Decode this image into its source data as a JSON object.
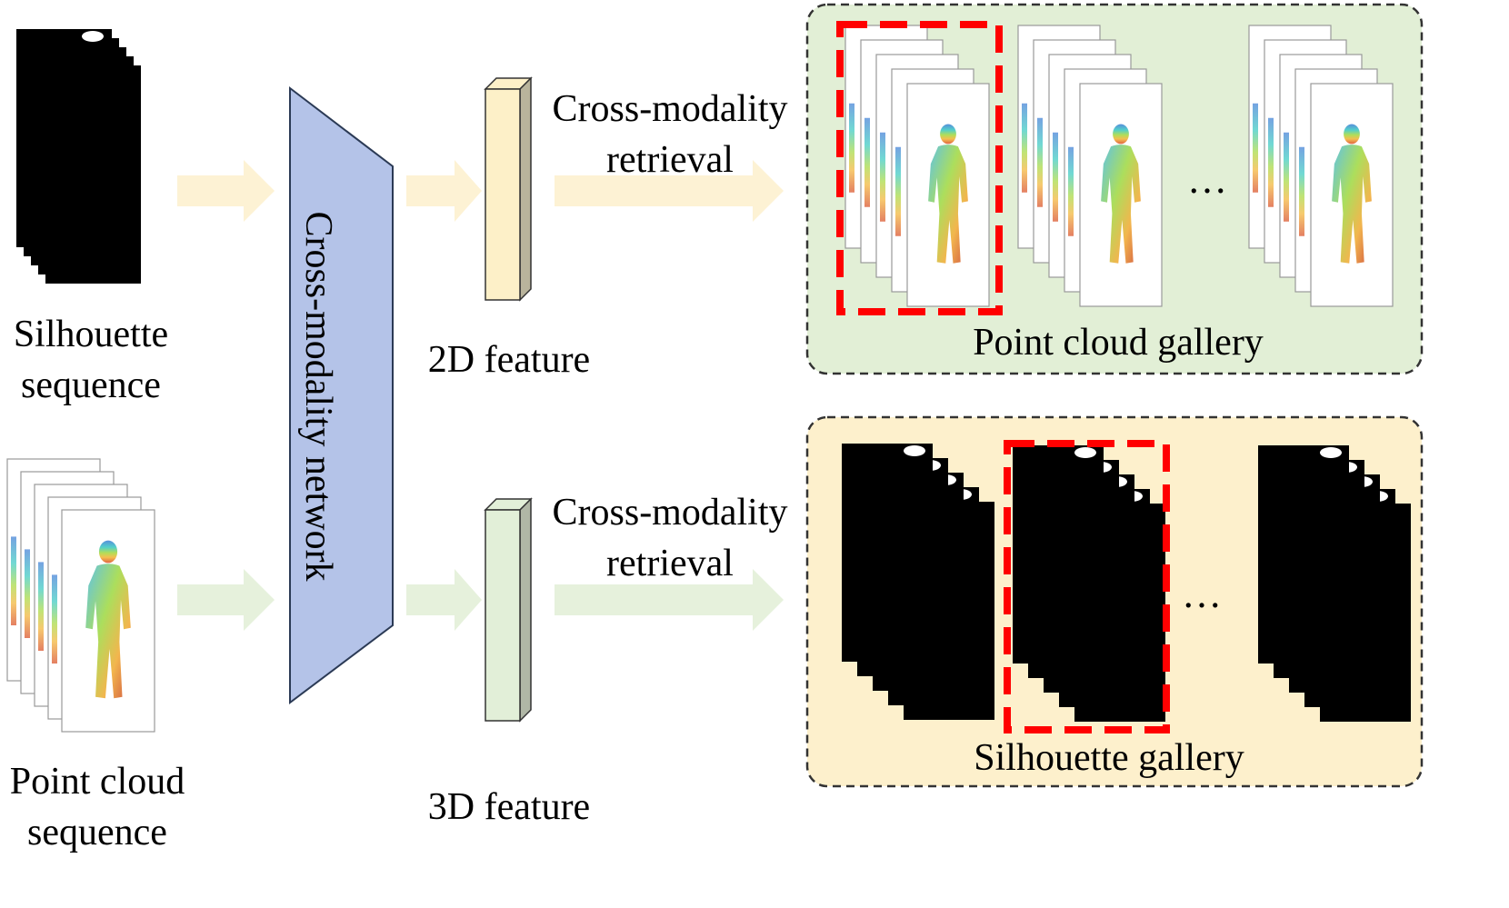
{
  "inputs": {
    "silhouette_label": [
      "Silhouette",
      "sequence"
    ],
    "pointcloud_label": [
      "Point cloud",
      "sequence"
    ]
  },
  "network": {
    "label": "Cross-modality network"
  },
  "features": {
    "feature_2d_label": "2D feature",
    "feature_3d_label": "3D feature"
  },
  "retrieval": {
    "top_label": [
      "Cross-modality",
      "retrieval"
    ],
    "bottom_label": [
      "Cross-modality",
      "retrieval"
    ]
  },
  "galleries": {
    "pointcloud_gallery_label": "Point cloud gallery",
    "silhouette_gallery_label": "Silhouette gallery",
    "ellipsis": "…"
  },
  "colors": {
    "network_fill": "#b4c3e8",
    "feature_2d_fill": "#fdf0c8",
    "feature_3d_fill": "#e2efd8",
    "arrow_top": "#fdf2d4",
    "arrow_bottom": "#e6f1dc",
    "gallery_top_bg": "#e2efd6",
    "gallery_bottom_bg": "#fdf0cc",
    "match_highlight": "#ff0000"
  }
}
